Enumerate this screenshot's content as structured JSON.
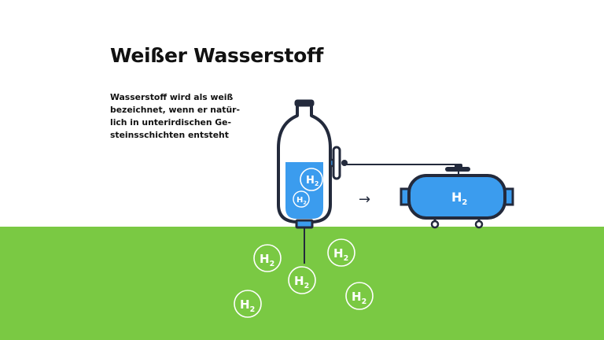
{
  "title": "Weißer Wasserstoff",
  "description_lines": [
    "Wasserstoff wird als weiß",
    "bezeichnet, wenn er natür-",
    "lich in unterirdischen Ge-",
    "steinsschichten entsteht"
  ],
  "labels": {
    "h": "H",
    "sub": "2",
    "arrow": "→"
  },
  "colors": {
    "ground": "#7ac943",
    "water": "#3b9cee",
    "outline": "#232a3c",
    "text": "#111111"
  }
}
